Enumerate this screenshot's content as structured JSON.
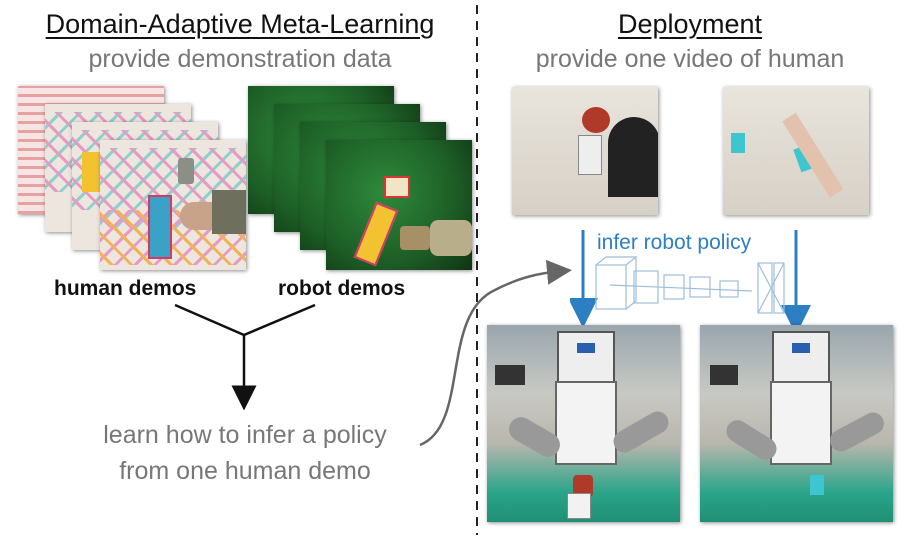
{
  "left_heading": "Domain-Adaptive Meta-Learning",
  "left_subheading": "provide demonstration data",
  "right_heading": "Deployment",
  "right_subheading": "provide one video of human",
  "human_demos_label": "human demos",
  "robot_demos_label": "robot demos",
  "learn_line1": "learn how to infer a policy",
  "learn_line2": "from one human demo",
  "infer_label": "infer robot policy",
  "colors": {
    "heading": "#111111",
    "subtext": "#777777",
    "accent_blue": "#2c7fc3",
    "arrow_gray": "#666666",
    "robot_background": "#1d5e26",
    "table_green": "#2aa58a"
  }
}
